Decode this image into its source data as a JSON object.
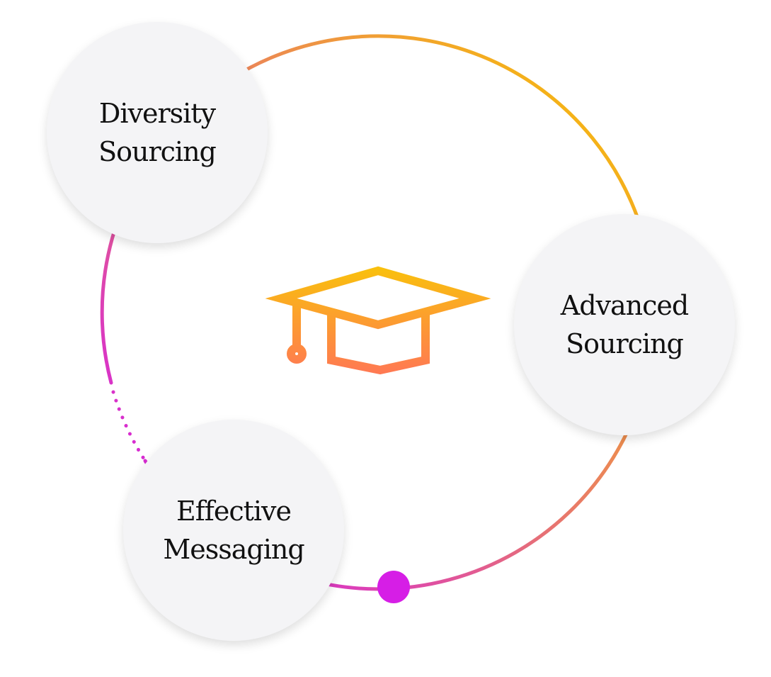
{
  "nodes": [
    {
      "label": "Diversity\nSourcing"
    },
    {
      "label": "Advanced\nSourcing"
    },
    {
      "label": "Effective\nMessaging"
    }
  ],
  "center_icon": "graduation-cap-icon",
  "colors": {
    "ring_start": "#d41ce6",
    "ring_mid": "#e8786c",
    "ring_end": "#f7bc0a",
    "icon_top": "#f9c10c",
    "icon_bottom": "#ff7a52",
    "node_fill": "#f4f4f6",
    "marker": "#d61ee6"
  }
}
